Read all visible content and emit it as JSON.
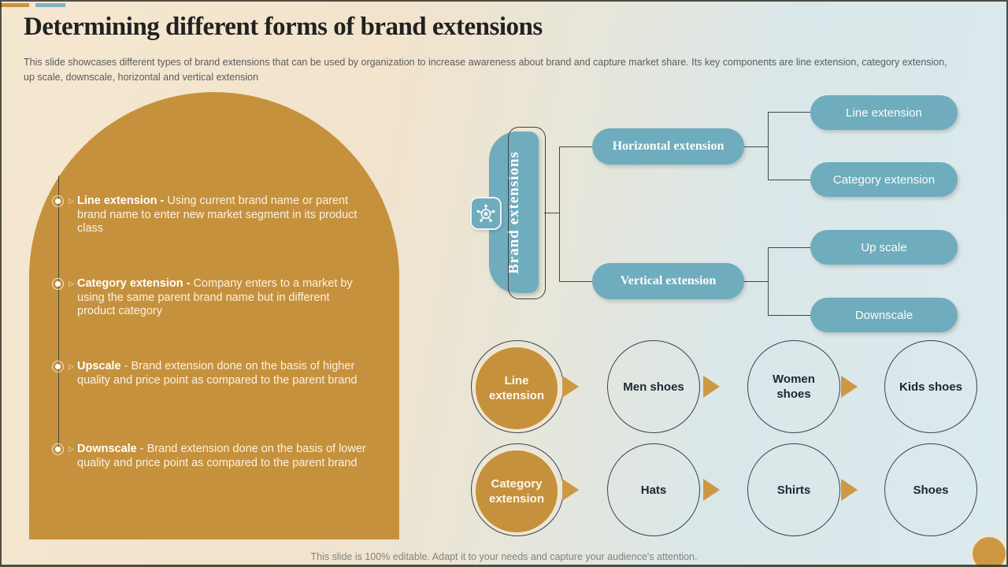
{
  "slide": {
    "title": "Determining different forms of brand extensions",
    "subtitle": "This slide showcases different types of brand extensions that can be used by organization to increase awareness about brand and capture market share. Its key components are line extension, category extension, up scale, downscale, horizontal and vertical extension",
    "footer": "This slide is 100% editable. Adapt it to your needs and capture your audience's attention."
  },
  "colors": {
    "gold": "#c6913d",
    "teal_blue": "#6facbe",
    "background_left": "#f2e3cc",
    "background_right": "#dbeaed",
    "bullet_text": "#faf2e0",
    "dark_text": "#1d2732",
    "line": "#454545"
  },
  "bullets": [
    {
      "lead": "Line extension -",
      "rest": "Using current brand name or parent brand name to enter new market segment in its product class"
    },
    {
      "lead": "Category extension -",
      "rest": "Company enters to a market by using the same parent brand name but in different product category"
    },
    {
      "lead": "Upscale",
      "rest": "- Brand extension done on the basis of higher quality and price point as compared to the parent brand"
    },
    {
      "lead": "Downscale",
      "rest": "- Brand extension done on the basis of lower quality and price point as compared to the parent brand"
    }
  ],
  "flowchart": {
    "root_label": "Brand extensions",
    "root_icon": "star-badge-icon",
    "branches": [
      {
        "label": "Horizontal extension",
        "children": [
          "Line extension",
          "Category extension"
        ]
      },
      {
        "label": "Vertical extension",
        "children": [
          "Up scale",
          "Downscale"
        ]
      }
    ]
  },
  "chains": [
    {
      "head": "Line extension",
      "items": [
        "Men shoes",
        "Women shoes",
        "Kids shoes"
      ]
    },
    {
      "head": "Category extension",
      "items": [
        "Hats",
        "Shirts",
        "Shoes"
      ]
    }
  ]
}
